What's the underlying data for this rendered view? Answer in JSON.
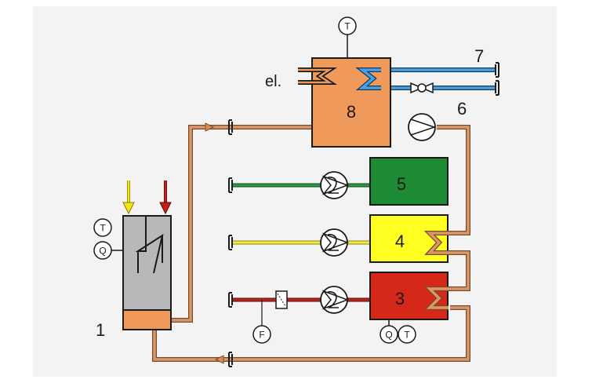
{
  "diagram": {
    "labels": {
      "component_1": "1",
      "component_6": "6",
      "component_7": "7",
      "electric": "el."
    },
    "boxes": {
      "box_8": "8",
      "box_5": "5",
      "box_4": "4",
      "box_3": "3"
    },
    "sensors": {
      "top_T": "T",
      "left_T": "T",
      "left_Q": "Q",
      "flow_F": "F",
      "bottom_Q": "Q",
      "bottom_T": "T"
    },
    "colors": {
      "copper_pipe": "#c8824a",
      "blue_pipe": "#3a8fd0",
      "green_pipe": "#1e8a3a",
      "yellow_pipe": "#f0e03a",
      "red_pipe": "#b0201c",
      "box8": "#ef9a5a",
      "box5": "#1f8a34",
      "box4": "#ffff22",
      "box3": "#d62818",
      "vessel_grey": "#b8b8b8",
      "vessel_base": "#ef9a5a",
      "arrow_yellow": "#f4e614",
      "arrow_red": "#c81e14"
    }
  }
}
